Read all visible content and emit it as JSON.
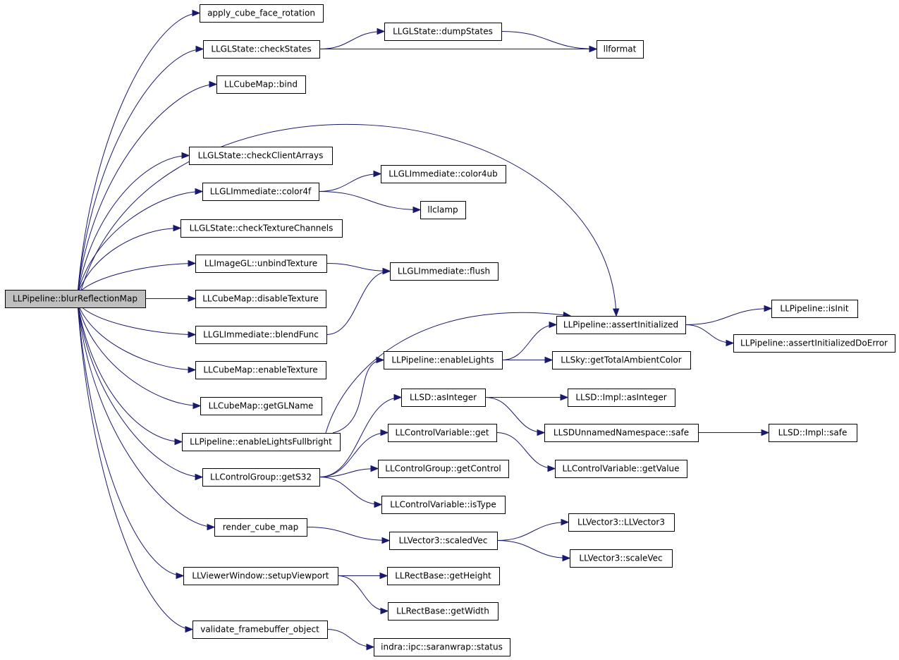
{
  "graph": {
    "root": "LLPipeline::blurReflectionMap",
    "nodes": [
      {
        "id": "root",
        "label": "LLPipeline::blurReflectionMap"
      },
      {
        "id": "acfr",
        "label": "apply_cube_face_rotation"
      },
      {
        "id": "checkStates",
        "label": "LLGLState::checkStates"
      },
      {
        "id": "dumpStates",
        "label": "LLGLState::dumpStates"
      },
      {
        "id": "llformat",
        "label": "llformat"
      },
      {
        "id": "cmBind",
        "label": "LLCubeMap::bind"
      },
      {
        "id": "checkClientArrays",
        "label": "LLGLState::checkClientArrays"
      },
      {
        "id": "color4f",
        "label": "LLGLImmediate::color4f"
      },
      {
        "id": "color4ub",
        "label": "LLGLImmediate::color4ub"
      },
      {
        "id": "llclamp",
        "label": "llclamp"
      },
      {
        "id": "checkTex",
        "label": "LLGLState::checkTextureChannels"
      },
      {
        "id": "unbindTex",
        "label": "LLImageGL::unbindTexture"
      },
      {
        "id": "flush",
        "label": "LLGLImmediate::flush"
      },
      {
        "id": "disableTex",
        "label": "LLCubeMap::disableTexture"
      },
      {
        "id": "blendFunc",
        "label": "LLGLImmediate::blendFunc"
      },
      {
        "id": "assertInit",
        "label": "LLPipeline::assertInitialized"
      },
      {
        "id": "isInit",
        "label": "LLPipeline::isInit"
      },
      {
        "id": "assertInitErr",
        "label": "LLPipeline::assertInitializedDoError"
      },
      {
        "id": "enableTex",
        "label": "LLCubeMap::enableTexture"
      },
      {
        "id": "enableLights",
        "label": "LLPipeline::enableLights"
      },
      {
        "id": "ambient",
        "label": "LLSky::getTotalAmbientColor"
      },
      {
        "id": "getGLName",
        "label": "LLCubeMap::getGLName"
      },
      {
        "id": "asInteger",
        "label": "LLSD::asInteger"
      },
      {
        "id": "implAsInteger",
        "label": "LLSD::Impl::asInteger"
      },
      {
        "id": "elFull",
        "label": "LLPipeline::enableLightsFullbright"
      },
      {
        "id": "safe",
        "label": "LLSDUnnamedNamespace::safe"
      },
      {
        "id": "implSafe",
        "label": "LLSD::Impl::safe"
      },
      {
        "id": "cvGet",
        "label": "LLControlVariable::get"
      },
      {
        "id": "getS32",
        "label": "LLControlGroup::getS32"
      },
      {
        "id": "getControl",
        "label": "LLControlGroup::getControl"
      },
      {
        "id": "getValue",
        "label": "LLControlVariable::getValue"
      },
      {
        "id": "isType",
        "label": "LLControlVariable::isType"
      },
      {
        "id": "rcm",
        "label": "render_cube_map"
      },
      {
        "id": "v3ctor",
        "label": "LLVector3::LLVector3"
      },
      {
        "id": "scaledVec",
        "label": "LLVector3::scaledVec"
      },
      {
        "id": "scaleVec",
        "label": "LLVector3::scaleVec"
      },
      {
        "id": "setupViewport",
        "label": "LLViewerWindow::setupViewport"
      },
      {
        "id": "getHeight",
        "label": "LLRectBase::getHeight"
      },
      {
        "id": "getWidth",
        "label": "LLRectBase::getWidth"
      },
      {
        "id": "vfo",
        "label": "validate_framebuffer_object"
      },
      {
        "id": "status",
        "label": "indra::ipc::saranwrap::status"
      }
    ],
    "edges": [
      [
        "root",
        "acfr"
      ],
      [
        "root",
        "checkStates"
      ],
      [
        "root",
        "cmBind"
      ],
      [
        "root",
        "assertInit"
      ],
      [
        "root",
        "checkClientArrays"
      ],
      [
        "root",
        "color4f"
      ],
      [
        "root",
        "checkTex"
      ],
      [
        "root",
        "unbindTex"
      ],
      [
        "root",
        "disableTex"
      ],
      [
        "root",
        "blendFunc"
      ],
      [
        "root",
        "enableTex"
      ],
      [
        "root",
        "getGLName"
      ],
      [
        "root",
        "elFull"
      ],
      [
        "root",
        "getS32"
      ],
      [
        "root",
        "rcm"
      ],
      [
        "root",
        "setupViewport"
      ],
      [
        "root",
        "vfo"
      ],
      [
        "checkStates",
        "dumpStates"
      ],
      [
        "checkStates",
        "llformat"
      ],
      [
        "dumpStates",
        "llformat"
      ],
      [
        "color4f",
        "color4ub"
      ],
      [
        "color4f",
        "llclamp"
      ],
      [
        "unbindTex",
        "flush"
      ],
      [
        "blendFunc",
        "flush"
      ],
      [
        "assertInit",
        "isInit"
      ],
      [
        "assertInit",
        "assertInitErr"
      ],
      [
        "elFull",
        "assertInit"
      ],
      [
        "elFull",
        "enableLights"
      ],
      [
        "enableLights",
        "assertInit"
      ],
      [
        "enableLights",
        "ambient"
      ],
      [
        "getS32",
        "asInteger"
      ],
      [
        "getS32",
        "cvGet"
      ],
      [
        "getS32",
        "getControl"
      ],
      [
        "getS32",
        "isType"
      ],
      [
        "asInteger",
        "implAsInteger"
      ],
      [
        "asInteger",
        "safe"
      ],
      [
        "safe",
        "implSafe"
      ],
      [
        "cvGet",
        "getValue"
      ],
      [
        "rcm",
        "scaledVec"
      ],
      [
        "scaledVec",
        "v3ctor"
      ],
      [
        "scaledVec",
        "scaleVec"
      ],
      [
        "setupViewport",
        "getHeight"
      ],
      [
        "setupViewport",
        "getWidth"
      ],
      [
        "vfo",
        "status"
      ]
    ]
  }
}
